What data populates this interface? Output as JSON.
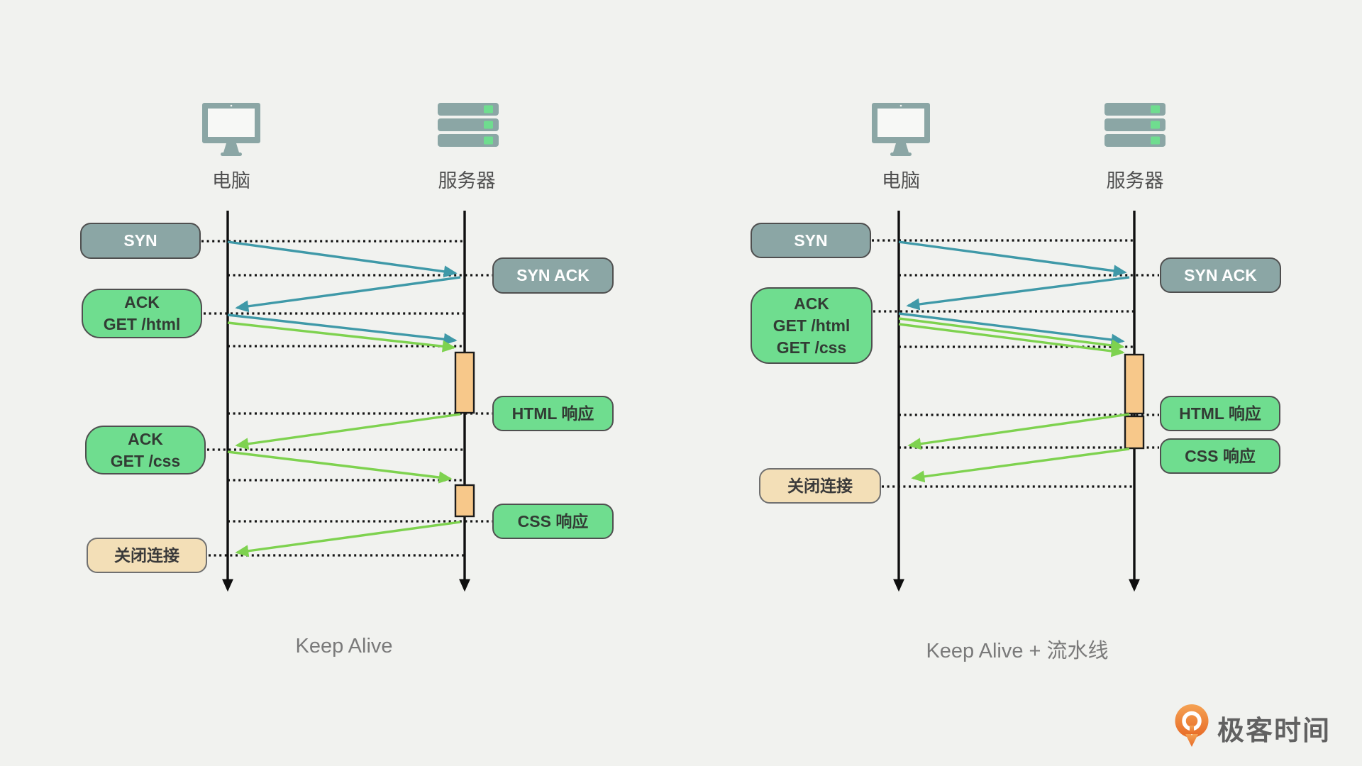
{
  "colors": {
    "background": "#f1f2ef",
    "gray_box": "#8ba6a5",
    "green_box": "#6fdd8f",
    "tan_box": "#f3dfb7",
    "teal_arrow": "#3f99a8",
    "green_arrow": "#7ed24f",
    "activation": "#f7c88a",
    "icon_teal": "#8ba6a5",
    "logo_orange": "#ed7430"
  },
  "left_diagram": {
    "caption": "Keep Alive",
    "client": "电脑",
    "server": "服务器",
    "messages": {
      "syn": "SYN",
      "syn_ack": "SYN ACK",
      "ack_get_html": [
        "ACK",
        "GET /html"
      ],
      "html_response": "HTML 响应",
      "ack_get_css": [
        "ACK",
        "GET /css"
      ],
      "css_response": "CSS 响应",
      "close": "关闭连接"
    }
  },
  "right_diagram": {
    "caption": "Keep Alive + 流水线",
    "client": "电脑",
    "server": "服务器",
    "messages": {
      "syn": "SYN",
      "syn_ack": "SYN ACK",
      "ack_get_html_css": [
        "ACK",
        "GET /html",
        "GET /css"
      ],
      "html_response": "HTML 响应",
      "css_response": "CSS 响应",
      "close": "关闭连接"
    }
  },
  "logo": {
    "brand": "极客时间"
  }
}
